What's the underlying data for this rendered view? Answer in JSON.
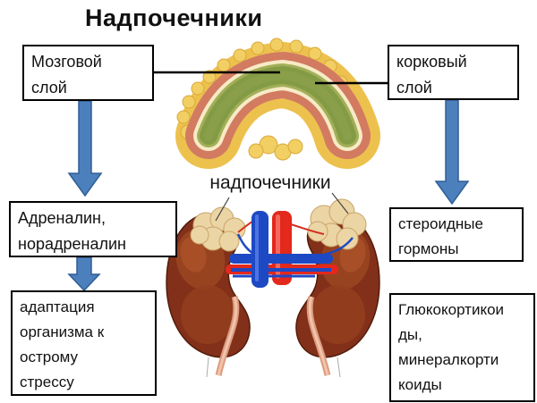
{
  "title": "Надпочечники",
  "center_label": "надпочечники",
  "boxes": {
    "medulla": "Мозговой\nслой",
    "cortex": "корковый\nслой",
    "adrenaline": "Адреналин,\nнорадреналин",
    "adaptation": "адаптация\nорганизма к\nострому\nстрессу",
    "steroid": "стероидные\nгормоны",
    "gluco": "Глюкокортикои\nды,\nминералкорти\nкоиды"
  },
  "colors": {
    "arrow_fill": "#4c80bd",
    "arrow_border": "#2e5e96",
    "box_border": "#000000",
    "connector_line": "#000000",
    "gland_fat": "#edc14e",
    "gland_cortex": "#ea9c77",
    "gland_medulla": "#a2af58",
    "kidney": "#82301a",
    "adrenal_tan": "#ecd5a5",
    "vena_cava_blue": "#1d49c4",
    "aorta_red": "#e3281c"
  }
}
